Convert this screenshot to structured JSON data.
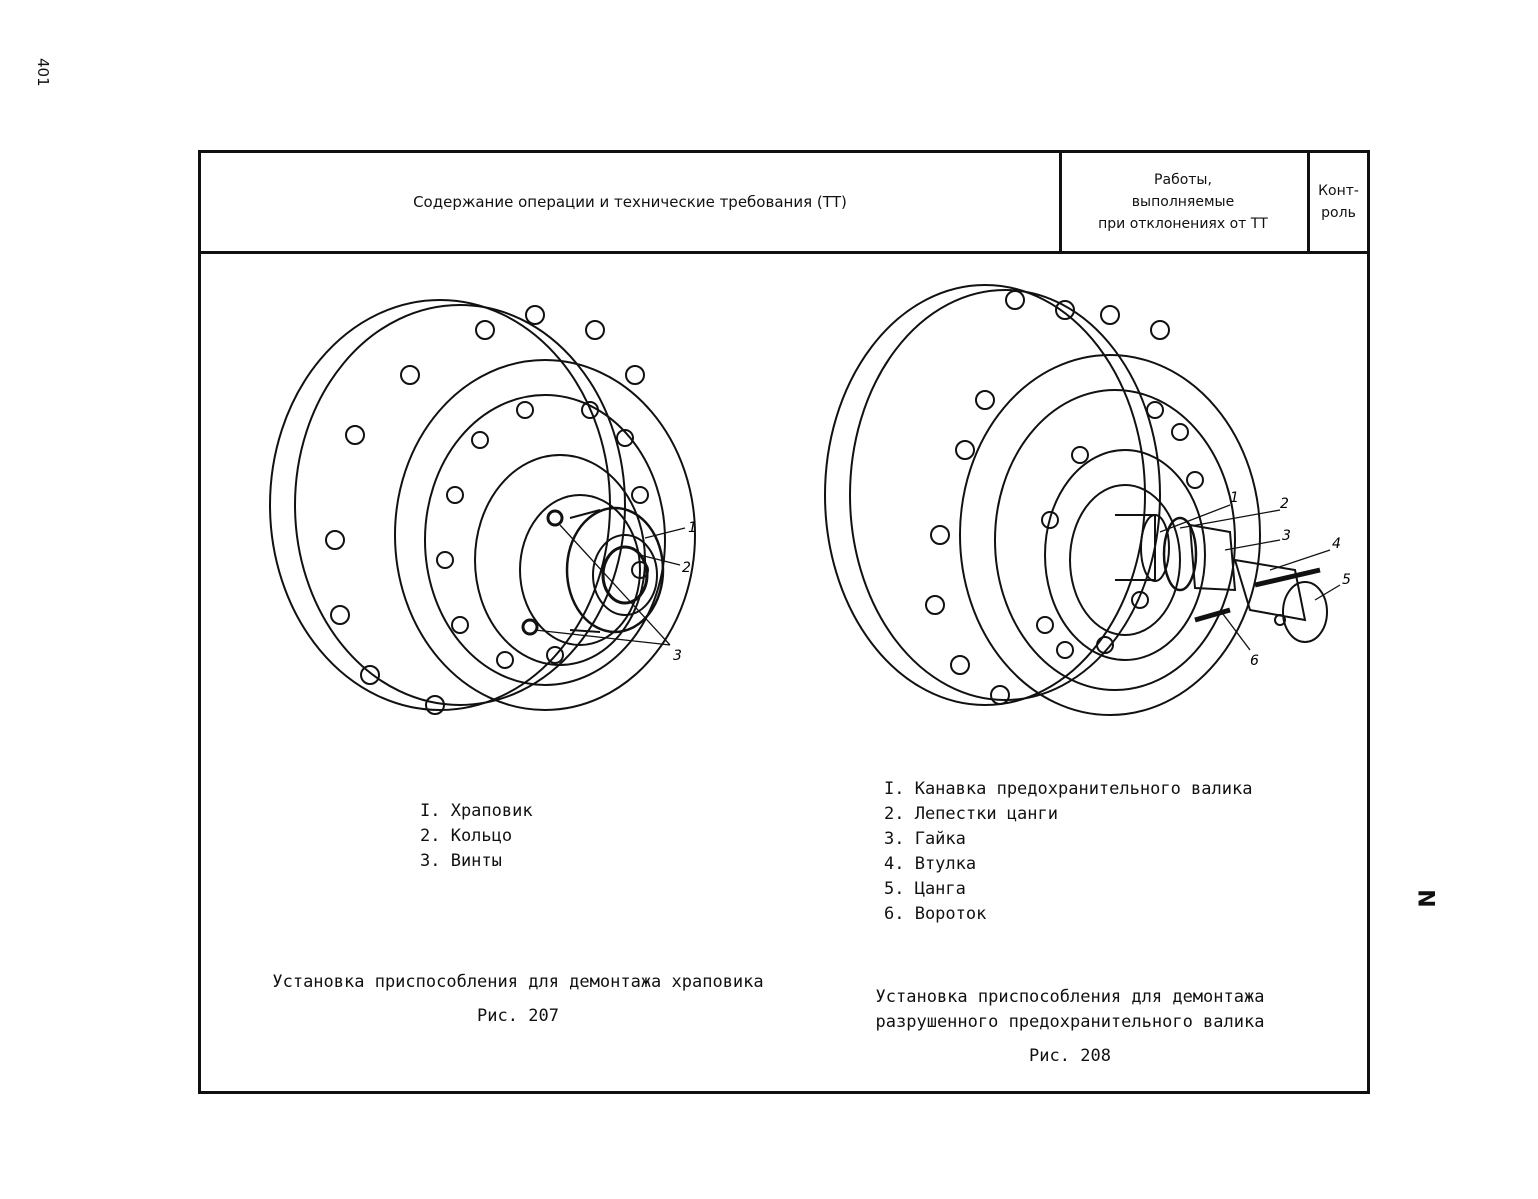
{
  "page_number": "401",
  "side_mark": "N",
  "header": {
    "col1": "Содержание операции и технические требования (ТТ)",
    "col2_lines": [
      "Работы,",
      "выполняемые",
      "при отклонениях от ТТ"
    ],
    "col3_lines": [
      "Конт-",
      "роль"
    ]
  },
  "fig207": {
    "legend": [
      "I. Храповик",
      "2. Кольцо",
      "3. Винты"
    ],
    "callouts": [
      "1",
      "2",
      "3"
    ],
    "caption": "Установка приспособления для демонтажа храповика",
    "number": "Рис. 207"
  },
  "fig208": {
    "legend": [
      "I. Канавка предохранительного валика",
      "2. Лепестки цанги",
      "3. Гайка",
      "4. Втулка",
      "5. Цанга",
      "6. Вороток"
    ],
    "callouts": [
      "1",
      "2",
      "3",
      "4",
      "5",
      "6"
    ],
    "caption_lines": [
      "Установка приспособления для демонтажа",
      "разрушенного предохранительного валика"
    ],
    "number": "Рис. 208"
  }
}
